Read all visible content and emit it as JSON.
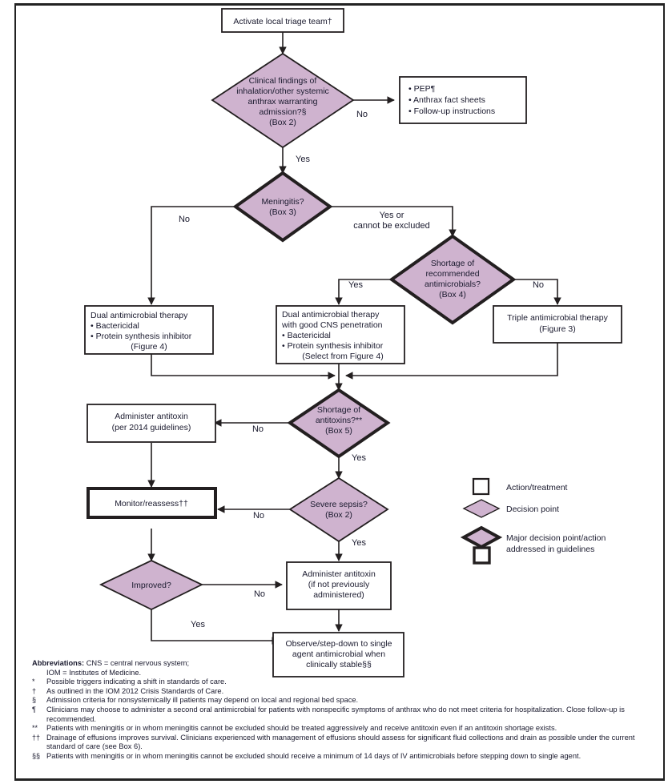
{
  "figure": {
    "type": "flowchart",
    "title": "Anthrax systemic illness triage and treatment algorithm"
  },
  "nodes": {
    "activate": {
      "lines": [
        "Activate local triage team†"
      ],
      "shape": "box",
      "emphasis": "normal"
    },
    "clinical_findings": {
      "lines": [
        "Clinical findings of",
        "inhalation/other systemic",
        "anthrax warranting",
        "admission?§",
        "(Box 2)"
      ],
      "shape": "diamond",
      "emphasis": "normal"
    },
    "pep_box": {
      "lines": [
        "• PEP¶",
        "• Anthrax fact sheets",
        "• Follow-up instructions"
      ],
      "shape": "box",
      "emphasis": "normal"
    },
    "meningitis": {
      "lines": [
        "Meningitis?",
        "(Box 3)"
      ],
      "shape": "diamond",
      "emphasis": "major"
    },
    "shortage_antimicrobials": {
      "lines": [
        "Shortage of",
        "recommended",
        "antimicrobials?",
        "(Box 4)"
      ],
      "shape": "diamond",
      "emphasis": "major"
    },
    "dual_therapy": {
      "lines": [
        "Dual antimicrobial therapy",
        "• Bactericidal",
        "• Protein synthesis inhibitor",
        "(Figure 4)"
      ],
      "shape": "box",
      "emphasis": "normal"
    },
    "dual_cns": {
      "lines": [
        "Dual antimicrobial therapy",
        "with good CNS penetration",
        "• Bactericidal",
        "• Protein synthesis inhibitor",
        "(Select from Figure 4)"
      ],
      "shape": "box",
      "emphasis": "normal"
    },
    "triple_therapy": {
      "lines": [
        "Triple antimicrobial therapy",
        "(Figure 3)"
      ],
      "shape": "box",
      "emphasis": "normal"
    },
    "shortage_antitoxins": {
      "lines": [
        "Shortage of",
        "antitoxins?**",
        "(Box 5)"
      ],
      "shape": "diamond",
      "emphasis": "major"
    },
    "administer_antitoxin_2014": {
      "lines": [
        "Administer antitoxin",
        "(per 2014 guidelines)"
      ],
      "shape": "box",
      "emphasis": "normal"
    },
    "severe_sepsis": {
      "lines": [
        "Severe sepsis?",
        "(Box 2)"
      ],
      "shape": "diamond",
      "emphasis": "normal"
    },
    "monitor_reassess": {
      "lines": [
        "Monitor/reassess††"
      ],
      "shape": "box",
      "emphasis": "major"
    },
    "improved": {
      "lines": [
        "Improved?"
      ],
      "shape": "diamond",
      "emphasis": "normal"
    },
    "administer_antitoxin_ifnot": {
      "lines": [
        "Administer antitoxin",
        "(if not previously",
        "administered)"
      ],
      "shape": "box",
      "emphasis": "normal"
    },
    "observe_stepdown": {
      "lines": [
        "Observe/step-down to single",
        "agent antimicrobial when",
        "clinically stable§§"
      ],
      "shape": "box",
      "emphasis": "normal"
    }
  },
  "edge_labels": {
    "clinical_no": "No",
    "clinical_yes": "Yes",
    "meningitis_no": "No",
    "meningitis_yes_line1": "Yes or",
    "meningitis_yes_line2": "cannot be excluded",
    "shortage_am_yes": "Yes",
    "shortage_am_no": "No",
    "antitoxin_no": "No",
    "antitoxin_yes": "Yes",
    "sepsis_no": "No",
    "sepsis_yes": "Yes",
    "improved_no": "No",
    "improved_yes": "Yes"
  },
  "legend": {
    "items": [
      {
        "shape": "box",
        "emphasis": "normal",
        "label": "Action/treatment"
      },
      {
        "shape": "diamond",
        "emphasis": "normal",
        "label": "Decision point"
      },
      {
        "shape": "diamond-box",
        "emphasis": "major",
        "label_line1": "Major decision point/action",
        "label_line2": "addressed in guidelines"
      }
    ]
  },
  "footnotes": {
    "abbrev_label": "Abbreviations:",
    "abbrev_line1": "CNS = central nervous system;",
    "abbrev_line2": "IOM = Institutes of Medicine.",
    "items": [
      {
        "mark": "*",
        "text": "Possible triggers indicating a shift in standards of care."
      },
      {
        "mark": "†",
        "text": "As outlined in the IOM 2012 Crisis Standards of Care."
      },
      {
        "mark": "§",
        "text": "Admission criteria for nonsystemically ill patients may depend on local and regional bed space."
      },
      {
        "mark": "¶",
        "text": "Clinicians may choose to administer a second oral antimicrobial for patients with nonspecific symptoms of anthrax who do not meet criteria for hospitalization. Close follow-up is recommended."
      },
      {
        "mark": "**",
        "text": "Patients with meningitis or in whom meningitis cannot be excluded should be treated aggressively and receive antitoxin even if an antitoxin shortage exists."
      },
      {
        "mark": "††",
        "text": "Drainage of effusions improves survival. Clinicians experienced with management of effusions should assess for significant fluid collections and drain as possible under the current standard of care (see Box 6)."
      },
      {
        "mark": "§§",
        "text": "Patients with meningitis or in whom meningitis cannot be excluded should receive a minimum of 14 days of IV antimicrobials before stepping down to single agent."
      }
    ]
  },
  "colors": {
    "decision_fill": "#cfb3cf",
    "action_fill": "#ffffff",
    "stroke": "#231f20",
    "text": "#1a1a2e"
  }
}
